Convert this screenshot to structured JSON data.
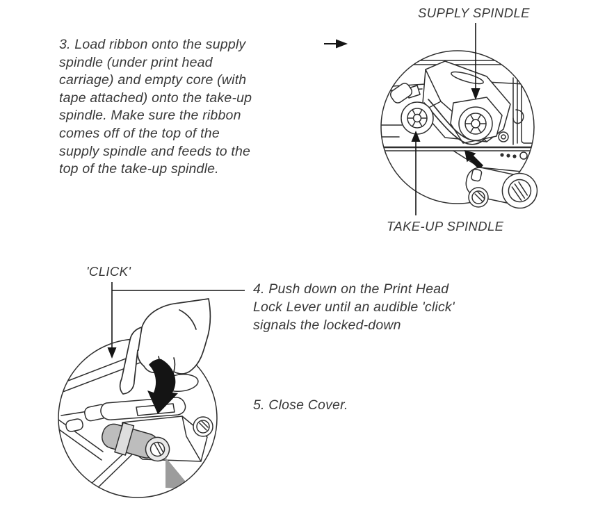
{
  "colors": {
    "background": "#ffffff",
    "ink": "#2e2e2e",
    "text": "#383838",
    "arrow_black": "#141414",
    "ribbon_gray": "#bdbdbd",
    "shadow_gray": "#9c9c9c"
  },
  "instructions": {
    "step3": "3. Load ribbon onto the supply\nspindle (under print head\ncarriage) and empty core (with\ntape attached) onto the take-up\nspindle. Make sure the ribbon\ncomes off of the top of the\nsupply spindle and feeds to the\ntop of the take-up spindle.",
    "step4": "4. Push down on the Print Head\nLock Lever until an audible 'click'\nsignals the  locked-down",
    "step5": "5. Close Cover."
  },
  "figure_labels": {
    "supply_spindle": "SUPPLY SPINDLE",
    "take_up_spindle": "TAKE-UP SPINDLE",
    "click": "'CLICK'"
  },
  "icons": {
    "step3_pointer": "right-arrow",
    "insert_ribbon": "up-left-solid-arrow",
    "press_down": "curved-down-solid-arrow",
    "supply_leader": "down-arrow-leader",
    "take_up_leader": "up-arrow-leader",
    "click_leader": "down-arrow-leader"
  }
}
